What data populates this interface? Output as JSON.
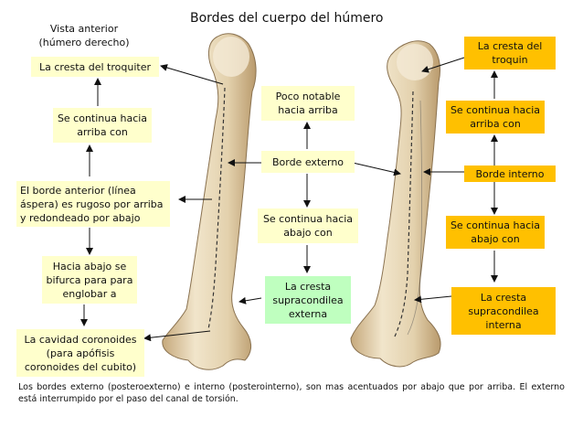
{
  "title": "Bordes del cuerpo del húmero",
  "view_label": [
    "Vista anterior",
    "(húmero derecho)"
  ],
  "left_chain": {
    "box1": "La cresta del troquiter",
    "box2": "Se continua hacia arriba con",
    "box3": "El borde anterior (línea áspera) es rugoso por arriba y redondeado por abajo",
    "box4": "Hacia abajo se bifurca para para englobar a",
    "box5": "La cavidad coronoides (para apófisis coronoides del cubito)"
  },
  "middle_chain": {
    "box1": "Poco notable hacia arriba",
    "box2": "Borde externo",
    "box3": "Se continua hacia abajo con",
    "box4": "La cresta supracondilea externa"
  },
  "right_chain": {
    "box1": "La cresta del troquin",
    "box2": "Se continua hacia arriba con",
    "box3": "Borde interno",
    "box4": "Se continua hacia abajo con",
    "box5": "La cresta supracondilea interna"
  },
  "footnote": "Los bordes externo (posteroexterno) e interno (posterointerno), son mas acentuados por abajo que por arriba. El externo está interrumpido por el paso del canal de torsión.",
  "colors": {
    "yellow_box": "#ffffcc",
    "green_box": "#bfffbf",
    "orange_box": "#ffc000",
    "bone_light": "#efe2c6",
    "bone_dark": "#c9ad82"
  }
}
